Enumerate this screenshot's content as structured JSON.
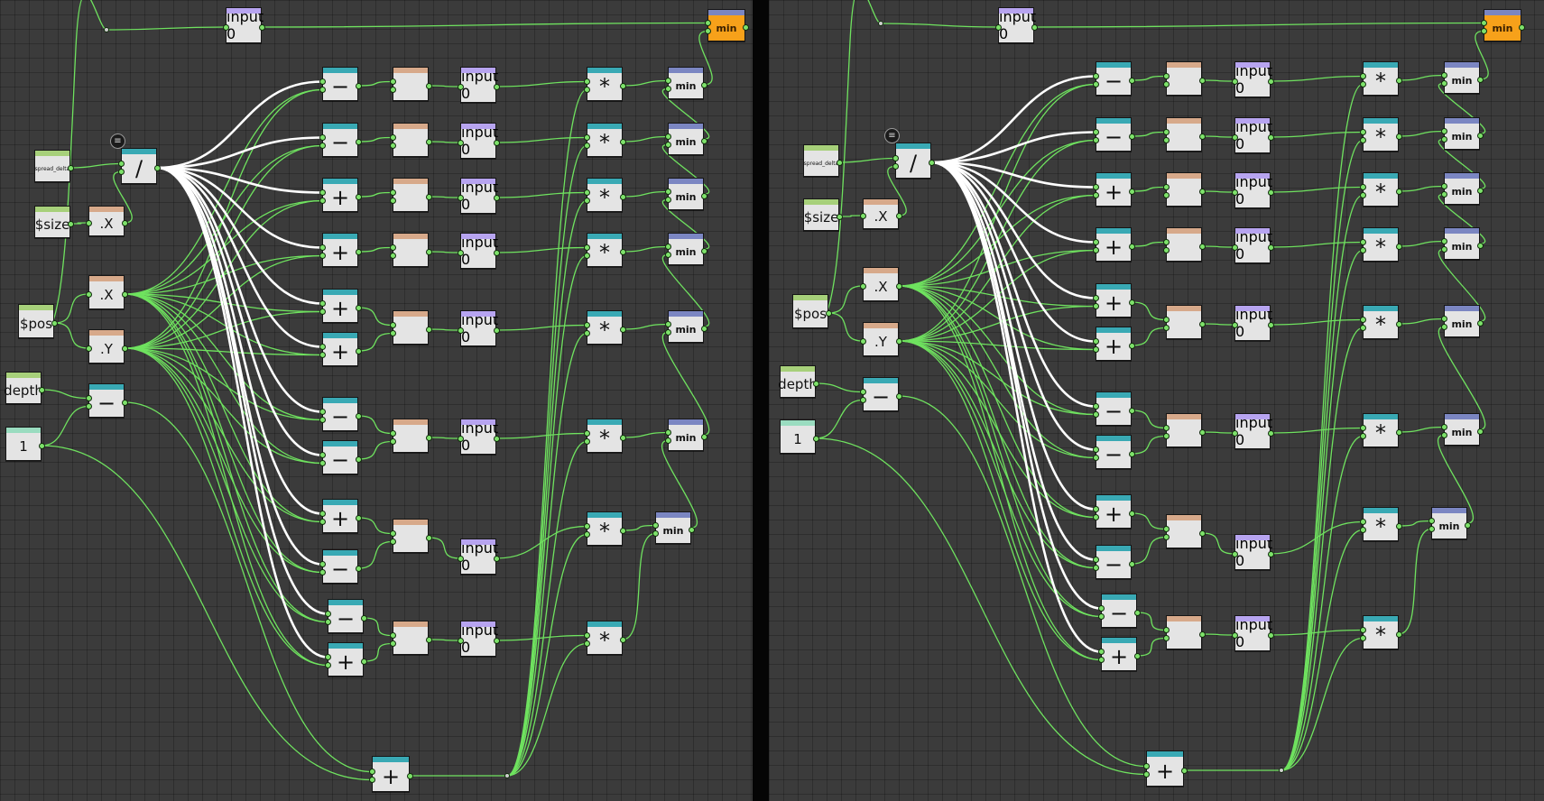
{
  "colors": {
    "wire": "#6fe25f",
    "wire_selected": "#ffffff",
    "bar_teal": "#39a9b4",
    "bar_tan": "#d7a98a",
    "bar_purple": "#b7a4f0",
    "bar_blue": "#7b86c2",
    "bar_green": "#a7d07a",
    "bar_mint": "#9adcc0",
    "output_orange": "#f7a11a"
  },
  "icons": {
    "doc_badge": "document-icon",
    "switch_node": "switch-icon",
    "thumbnail": "gradient-thumbnail"
  },
  "panels": [
    {
      "name": "left-graph",
      "title_node": "min",
      "inputs": {
        "spread_delta": "spread_delta",
        "size": "$size",
        "pos": "$pos",
        "depth": "depth",
        "one": "1",
        "x1": ".X",
        "x2": ".X",
        "y": ".Y",
        "div": "/",
        "sub": "−",
        "input_top": "input 0",
        "plus_bottom": "+"
      },
      "rows": [
        {
          "ops": [
            "−"
          ],
          "input": "input 0",
          "mul": "*",
          "min": "min"
        },
        {
          "ops": [
            "−"
          ],
          "input": "input 0",
          "mul": "*",
          "min": "min"
        },
        {
          "ops": [
            "+"
          ],
          "input": "input 0",
          "mul": "*",
          "min": "min"
        },
        {
          "ops": [
            "+"
          ],
          "input": "input 0",
          "mul": "*",
          "min": "min"
        },
        {
          "ops": [
            "+",
            "+"
          ],
          "input": "input 0",
          "mul": "*",
          "min": "min"
        },
        {
          "ops": [
            "−",
            "−"
          ],
          "input": "input 0",
          "mul": "*",
          "min": "min"
        },
        {
          "ops": [
            "+",
            "−"
          ],
          "input": "input 0",
          "mul": "*",
          "min": "min"
        },
        {
          "ops": [
            "−",
            "+"
          ],
          "input": "input 0",
          "mul": "*",
          "min": ""
        }
      ]
    },
    {
      "name": "right-graph",
      "title_node": "min",
      "inputs": {
        "spread_delta": "spread_delta",
        "size": "$size",
        "pos": "$pos",
        "depth": "depth",
        "one": "1",
        "x1": ".X",
        "x2": ".X",
        "y": ".Y",
        "div": "/",
        "sub": "−",
        "input_top": "input 0",
        "plus_bottom": "+"
      },
      "rows": [
        {
          "ops": [
            "−"
          ],
          "input": "input 0",
          "mul": "*",
          "min": "min"
        },
        {
          "ops": [
            "−"
          ],
          "input": "input 0",
          "mul": "*",
          "min": "min"
        },
        {
          "ops": [
            "+"
          ],
          "input": "input 0",
          "mul": "*",
          "min": "min"
        },
        {
          "ops": [
            "+"
          ],
          "input": "input 0",
          "mul": "*",
          "min": "min"
        },
        {
          "ops": [
            "+",
            "+"
          ],
          "input": "input 0",
          "mul": "*",
          "min": "min"
        },
        {
          "ops": [
            "−",
            "−"
          ],
          "input": "input 0",
          "mul": "*",
          "min": "min"
        },
        {
          "ops": [
            "+",
            "−"
          ],
          "input": "input 0",
          "mul": "*",
          "min": "min"
        },
        {
          "ops": [
            "−",
            "+"
          ],
          "input": "input 0",
          "mul": "*",
          "min": ""
        }
      ]
    }
  ]
}
